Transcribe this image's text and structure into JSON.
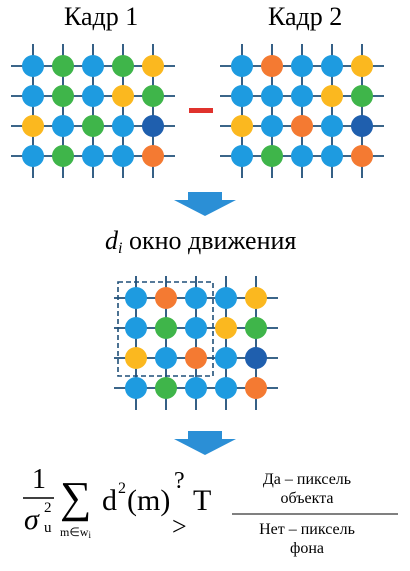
{
  "frame1": {
    "title": "Кадр 1",
    "grid": [
      [
        "blue",
        "green",
        "blue",
        "green",
        "yellow"
      ],
      [
        "blue",
        "green",
        "blue",
        "yellow",
        "green"
      ],
      [
        "yellow",
        "blue",
        "green",
        "blue",
        "darkblue"
      ],
      [
        "blue",
        "green",
        "blue",
        "blue",
        "orange"
      ]
    ]
  },
  "frame2": {
    "title": "Кадр 2",
    "grid": [
      [
        "blue",
        "orange",
        "blue",
        "blue",
        "yellow"
      ],
      [
        "blue",
        "blue",
        "blue",
        "yellow",
        "green"
      ],
      [
        "yellow",
        "blue",
        "orange",
        "blue",
        "darkblue"
      ],
      [
        "blue",
        "green",
        "blue",
        "blue",
        "orange"
      ]
    ]
  },
  "motion": {
    "title_var": "d",
    "title_sub": "i",
    "title_rest": "окно движения",
    "grid": [
      [
        "blue",
        "orange",
        "blue",
        "blue",
        "yellow"
      ],
      [
        "blue",
        "green",
        "blue",
        "yellow",
        "green"
      ],
      [
        "yellow",
        "blue",
        "orange",
        "blue",
        "darkblue"
      ],
      [
        "blue",
        "green",
        "blue",
        "blue",
        "orange"
      ]
    ]
  },
  "formula": {
    "numerator": "1",
    "sigma": "σ",
    "sigma_sup": "2",
    "sigma_sub": "u",
    "sum": "∑",
    "sum_sub": "m∈w",
    "sum_sub_i": "i",
    "term_base": "d",
    "term_sup": "2",
    "term_arg": "(m)",
    "question": "?",
    "greater": ">",
    "threshold": "T"
  },
  "decision": {
    "yes": "Да – пиксель объекта",
    "no": "Нет – пиксель фона"
  },
  "colors": {
    "blue": "#1e9be0",
    "green": "#3fb54a",
    "yellow": "#fbb81f",
    "orange": "#f47a32",
    "darkblue": "#1f5fae",
    "line": "#1f4f78",
    "arrow": "#2b8fd6",
    "minus": "#e0322d",
    "window": "#1f4f78"
  }
}
